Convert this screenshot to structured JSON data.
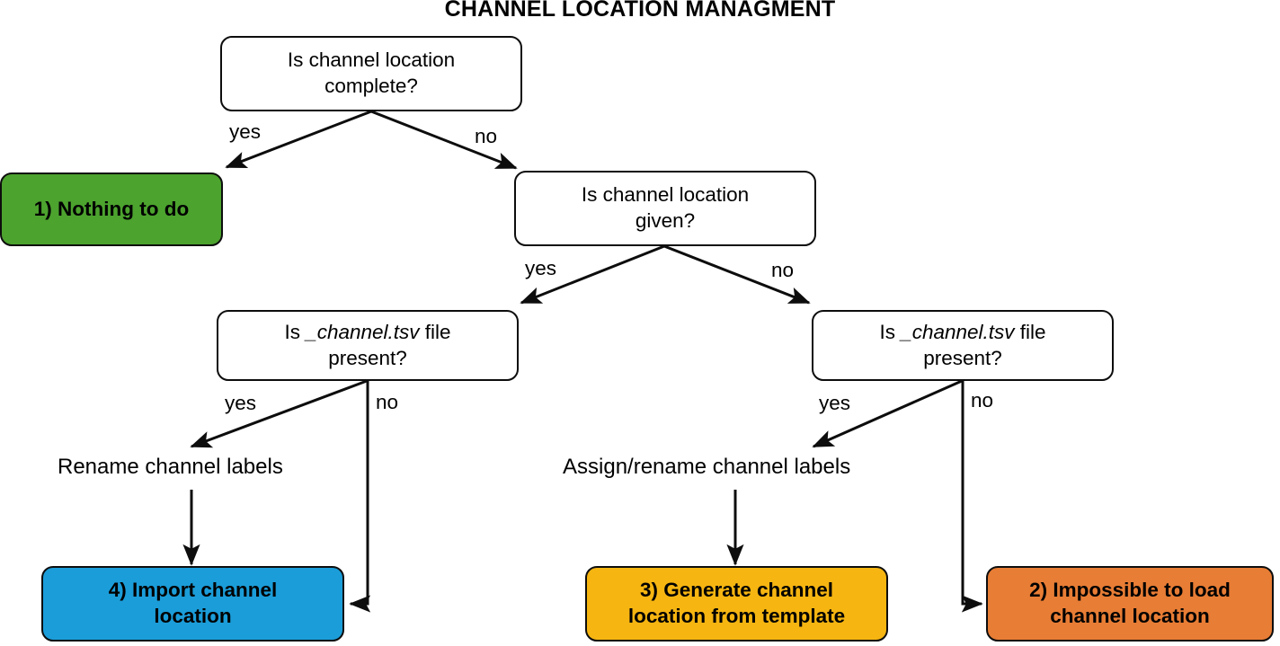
{
  "title": "CHANNEL LOCATION MANAGMENT",
  "colors": {
    "green": "#4CA32E",
    "blue": "#1B9DD9",
    "yellow": "#F6B511",
    "orange": "#E87D35",
    "stroke": "#0d0d0d",
    "background": "#ffffff"
  },
  "nodes": {
    "q1": {
      "label_line1": "Is channel location",
      "label_line2": "complete?",
      "type": "decision"
    },
    "q2": {
      "label_line1": "Is channel location",
      "label_line2": "given?",
      "type": "decision"
    },
    "q3_left": {
      "prefix": "Is ",
      "italic": "_channel.tsv",
      "suffix": " file",
      "label_line2": "present?",
      "type": "decision"
    },
    "q3_right": {
      "prefix": "Is ",
      "italic": "_channel.tsv",
      "suffix": " file",
      "label_line2": "present?",
      "type": "decision"
    },
    "result1": {
      "label": "1) Nothing to do",
      "type": "terminal",
      "color": "#4CA32E"
    },
    "result4": {
      "label_line1": "4) Import channel",
      "label_line2": "location",
      "type": "terminal",
      "color": "#1B9DD9"
    },
    "result3": {
      "label_line1": "3) Generate channel",
      "label_line2": "location from template",
      "type": "terminal",
      "color": "#F6B511"
    },
    "result2": {
      "label_line1": "2) Impossible to load",
      "label_line2": "channel location",
      "type": "terminal",
      "color": "#E87D35"
    }
  },
  "actions": {
    "rename": "Rename channel labels",
    "assign_rename": "Assign/rename channel labels"
  },
  "edge_labels": {
    "q1_yes": "yes",
    "q1_no": "no",
    "q2_yes": "yes",
    "q2_no": "no",
    "q3left_yes": "yes",
    "q3left_no": "no",
    "q3right_yes": "yes",
    "q3right_no": "no"
  }
}
